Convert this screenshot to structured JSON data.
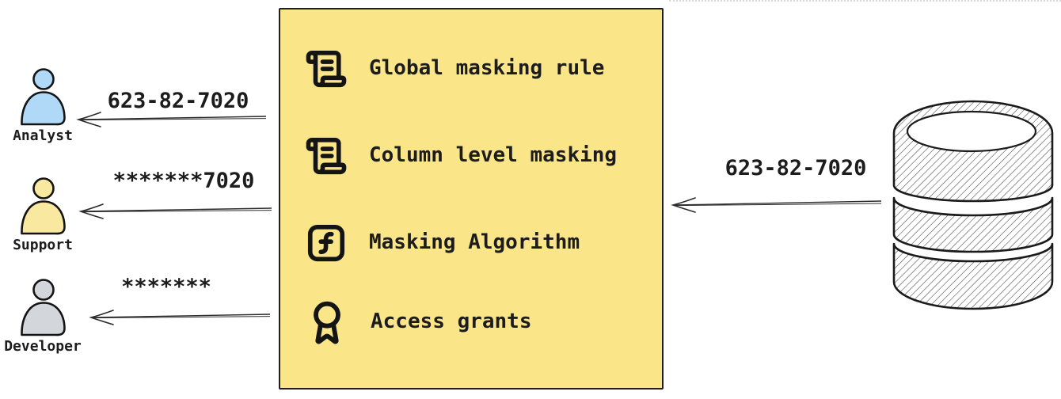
{
  "personas": [
    {
      "name": "Analyst",
      "icon": "person-icon",
      "fill": "#b0d9f8",
      "received_value": "623-82-7020"
    },
    {
      "name": "Support",
      "icon": "person-icon",
      "fill": "#f9e8a0",
      "received_value": "*******7020"
    },
    {
      "name": "Developer",
      "icon": "person-icon",
      "fill": "#d3d7dc",
      "received_value": "*******"
    }
  ],
  "masking_box": {
    "fill": "#fae588",
    "border_color": "#1f1f1f",
    "items": [
      {
        "icon": "scroll-text-icon",
        "label": "Global masking rule"
      },
      {
        "icon": "scroll-text-icon",
        "label": "Column level masking"
      },
      {
        "icon": "function-square-icon",
        "label": "Masking Algorithm"
      },
      {
        "icon": "award-icon",
        "label": "Access grants"
      }
    ]
  },
  "database": {
    "icon": "database-icon",
    "sent_value": "623-82-7020"
  }
}
